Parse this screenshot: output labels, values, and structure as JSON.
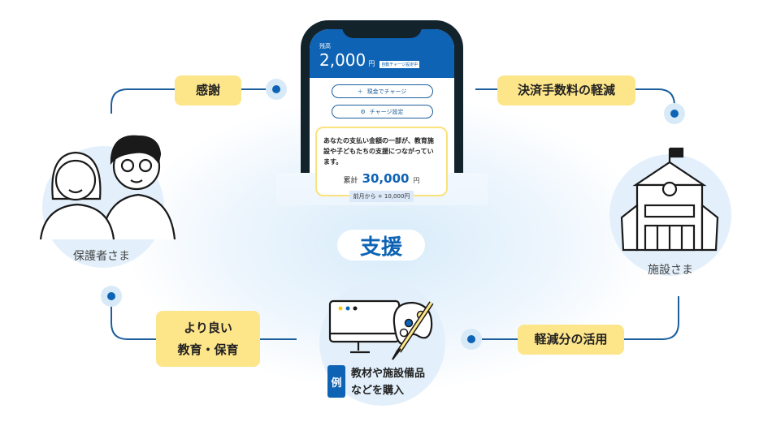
{
  "phone": {
    "balance_label": "残高",
    "balance_amount": "2,000",
    "currency": "円",
    "auto_charge_badge": "自動チャージ設定中",
    "charge_cash_button": "現金でチャージ",
    "charge_settings_button": "チャージ設定",
    "message": "あなたの支払い金額の一部が、教育施設や子どもたちの支援につながっています。",
    "total_label": "累計",
    "total_amount": "30,000",
    "monthly_diff": "前月から + 10,000円"
  },
  "center_label": "支援",
  "actors": {
    "parents": "保護者さま",
    "facility": "施設さま"
  },
  "flow_labels": {
    "thanks": "感謝",
    "fee_reduction": "決済手数料の軽減",
    "use_of_savings": "軽減分の活用",
    "better_education_line1": "より良い",
    "better_education_line2": "教育・保育"
  },
  "example": {
    "badge": "例",
    "line1": "教材や施設備品",
    "line2": "などを購入"
  },
  "colors": {
    "brand_blue": "#0e63b5",
    "highlight_yellow": "#fde58a",
    "circle_bg": "#e3f0fb"
  }
}
